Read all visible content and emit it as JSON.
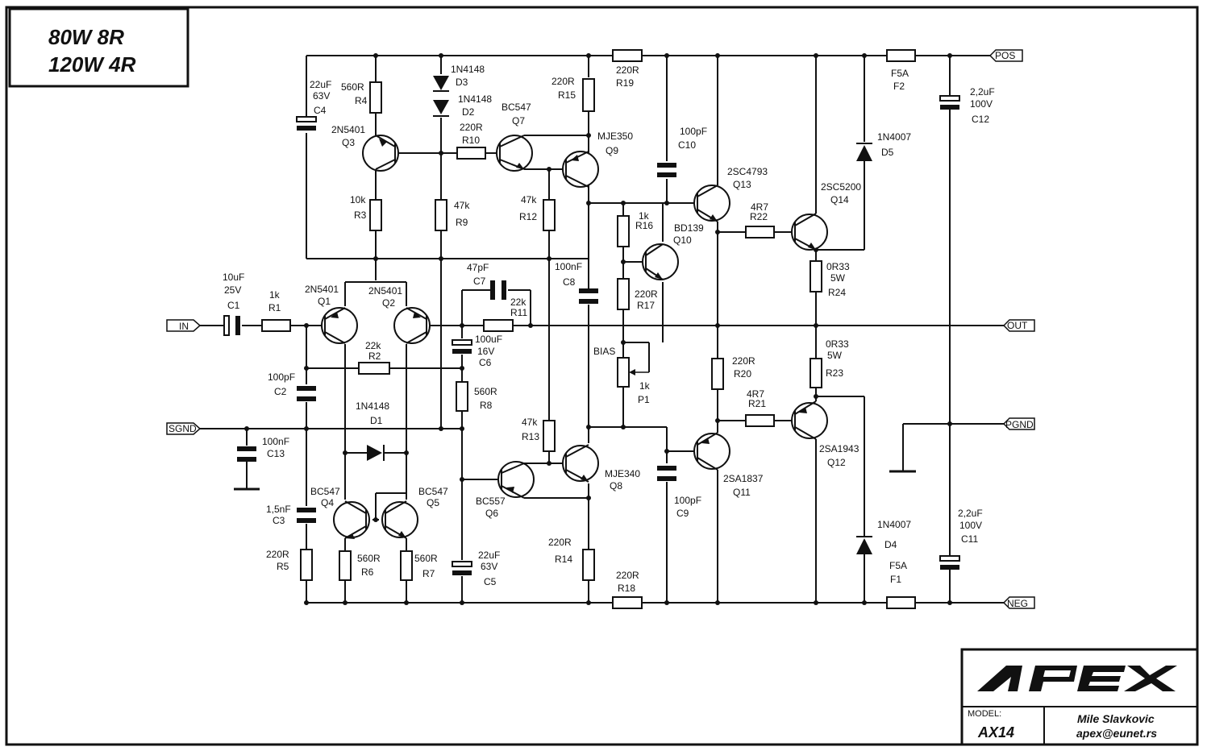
{
  "rating": {
    "line1": "80W 8R",
    "line2": "120W 4R"
  },
  "terminals": {
    "pos": "POS",
    "in": "IN",
    "out": "OUT",
    "sgnd": "SGND",
    "pgnd": "PGND",
    "neg": "NEG"
  },
  "titleblock": {
    "logo": "APEX",
    "model_label": "MODEL:",
    "model": "AX14",
    "author": "Mile Slavkovic",
    "email": "apex@eunet.rs"
  },
  "components": {
    "C4": {
      "val": "22uF",
      "val2": "63V",
      "ref": "C4"
    },
    "R4": {
      "val": "560R",
      "ref": "R4"
    },
    "D3": {
      "val": "1N4148",
      "ref": "D3"
    },
    "D2": {
      "val": "1N4148",
      "ref": "D2"
    },
    "R15": {
      "val": "220R",
      "ref": "R15"
    },
    "R19": {
      "val": "220R",
      "ref": "R19"
    },
    "F2": {
      "val": "F5A",
      "ref": "F2"
    },
    "C12": {
      "val": "2,2uF",
      "val2": "100V",
      "ref": "C12"
    },
    "Q3": {
      "val": "2N5401",
      "ref": "Q3"
    },
    "Q7": {
      "val": "BC547",
      "ref": "Q7"
    },
    "R10": {
      "val": "220R",
      "ref": "R10"
    },
    "Q9": {
      "val": "MJE350",
      "ref": "Q9"
    },
    "C10": {
      "val": "100pF",
      "ref": "C10"
    },
    "D5": {
      "val": "1N4007",
      "ref": "D5"
    },
    "R3": {
      "val": "10k",
      "ref": "R3"
    },
    "R9": {
      "val": "47k",
      "ref": "R9"
    },
    "R12": {
      "val": "47k",
      "ref": "R12"
    },
    "Q13": {
      "val": "2SC4793",
      "ref": "Q13"
    },
    "Q14": {
      "val": "2SC5200",
      "ref": "Q14"
    },
    "R16": {
      "val": "1k",
      "ref": "R16"
    },
    "Q10": {
      "val": "BD139",
      "ref": "Q10"
    },
    "R22": {
      "val": "4R7",
      "ref": "R22"
    },
    "C8": {
      "val": "100nF",
      "ref": "C8"
    },
    "C7": {
      "val": "47pF",
      "ref": "C7"
    },
    "R24": {
      "val": "0R33",
      "val2": "5W",
      "ref": "R24"
    },
    "C1": {
      "val": "10uF",
      "val2": "25V",
      "ref": "C1"
    },
    "R1": {
      "val": "1k",
      "ref": "R1"
    },
    "Q1": {
      "val": "2N5401",
      "ref": "Q1"
    },
    "Q2": {
      "val": "2N5401",
      "ref": "Q2"
    },
    "R11": {
      "val": "22k",
      "ref": "R11"
    },
    "R17": {
      "val": "220R",
      "ref": "R17"
    },
    "C6": {
      "val": "100uF",
      "val2": "16V",
      "ref": "C6"
    },
    "R2": {
      "val": "22k",
      "ref": "R2"
    },
    "P1": {
      "val": "1k",
      "ref": "P1",
      "name": "BIAS"
    },
    "R23": {
      "val": "0R33",
      "val2": "5W",
      "ref": "R23"
    },
    "R20": {
      "val": "220R",
      "ref": "R20"
    },
    "C2": {
      "val": "100pF",
      "ref": "C2"
    },
    "R8": {
      "val": "560R",
      "ref": "R8"
    },
    "D1": {
      "val": "1N4148",
      "ref": "D1"
    },
    "R21": {
      "val": "4R7",
      "ref": "R21"
    },
    "R13": {
      "val": "47k",
      "ref": "R13"
    },
    "C13": {
      "val": "100nF",
      "ref": "C13"
    },
    "Q8": {
      "val": "MJE340",
      "ref": "Q8"
    },
    "Q11": {
      "val": "2SA1837",
      "ref": "Q11"
    },
    "Q12": {
      "val": "2SA1943",
      "ref": "Q12"
    },
    "C9": {
      "val": "100pF",
      "ref": "C9"
    },
    "Q4": {
      "val": "BC547",
      "ref": "Q4"
    },
    "Q5": {
      "val": "BC547",
      "ref": "Q5"
    },
    "Q6": {
      "val": "BC557",
      "ref": "Q6"
    },
    "C3": {
      "val": "1,5nF",
      "ref": "C3"
    },
    "D4": {
      "val": "1N4007",
      "ref": "D4"
    },
    "C11": {
      "val": "2,2uF",
      "val2": "100V",
      "ref": "C11"
    },
    "R5": {
      "val": "220R",
      "ref": "R5"
    },
    "R6": {
      "val": "560R",
      "ref": "R6"
    },
    "R7": {
      "val": "560R",
      "ref": "R7"
    },
    "C5": {
      "val": "22uF",
      "val2": "63V",
      "ref": "C5"
    },
    "R14": {
      "val": "220R",
      "ref": "R14"
    },
    "R18": {
      "val": "220R",
      "ref": "R18"
    },
    "F1": {
      "val": "F5A",
      "ref": "F1"
    }
  }
}
